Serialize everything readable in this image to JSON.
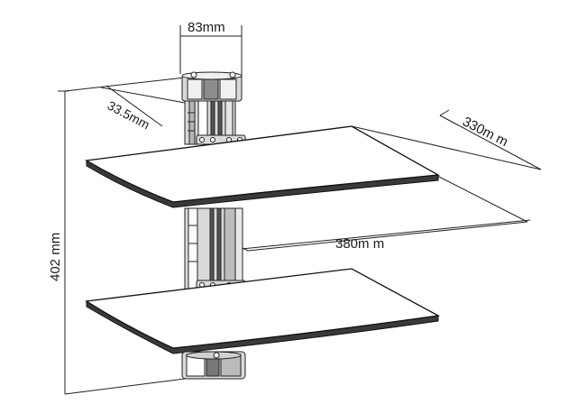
{
  "dimensions": {
    "column_width": "83mm",
    "depth_offset": "33.5mm",
    "shelf_depth": "330m m",
    "shelf_width": "380m m",
    "total_height": "402 mm"
  },
  "colors": {
    "line": "#222222",
    "shelf_edge": "#3a3a3a",
    "metal": "#d9d9d9"
  }
}
